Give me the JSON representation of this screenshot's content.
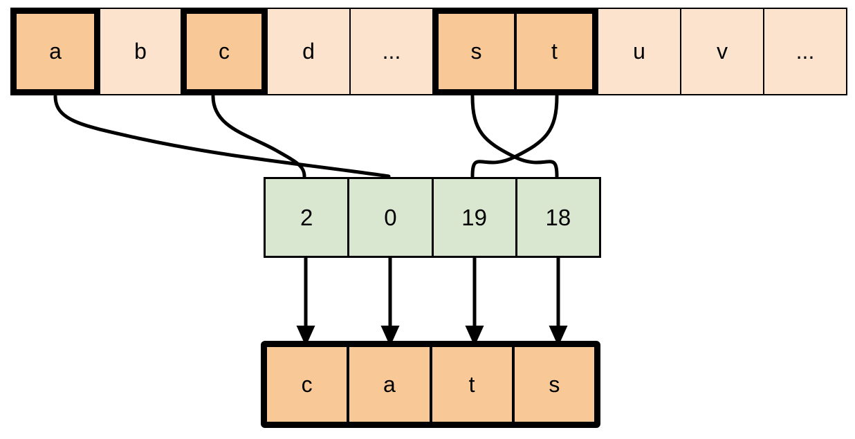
{
  "diagram": {
    "title": "alphabet-index-to-word-mapping",
    "colors": {
      "highlight_fill": "#f8c896",
      "plain_fill": "#fbe3cd",
      "index_fill": "#d9e7d0",
      "stroke": "#000000",
      "background": "#ffffff"
    }
  },
  "alphabet_row": {
    "name": "alphabet-strip",
    "cells": [
      {
        "label": "a",
        "highlighted": true,
        "group": "a"
      },
      {
        "label": "b",
        "highlighted": false,
        "group": null
      },
      {
        "label": "c",
        "highlighted": true,
        "group": "c"
      },
      {
        "label": "d",
        "highlighted": false,
        "group": null
      },
      {
        "label": "...",
        "highlighted": false,
        "group": null
      },
      {
        "label": "s",
        "highlighted": true,
        "group": "st"
      },
      {
        "label": "t",
        "highlighted": true,
        "group": "st"
      },
      {
        "label": "u",
        "highlighted": false,
        "group": null
      },
      {
        "label": "v",
        "highlighted": false,
        "group": null
      },
      {
        "label": "...",
        "highlighted": false,
        "group": null
      }
    ]
  },
  "index_row": {
    "name": "index-array",
    "cells": [
      {
        "value": "2"
      },
      {
        "value": "0"
      },
      {
        "value": "19"
      },
      {
        "value": "18"
      }
    ]
  },
  "output_row": {
    "name": "output-word",
    "word": "cats",
    "cells": [
      {
        "letter": "c"
      },
      {
        "letter": "a"
      },
      {
        "letter": "t"
      },
      {
        "letter": "s"
      }
    ]
  },
  "connections": {
    "letter_to_index": [
      {
        "from_letter": "a",
        "to_index_cell": 1,
        "style": "curve"
      },
      {
        "from_letter": "c",
        "to_index_cell": 0,
        "style": "curve"
      },
      {
        "from_letter": "s",
        "to_index_cell": 3,
        "style": "curve"
      },
      {
        "from_letter": "t",
        "to_index_cell": 2,
        "style": "curve"
      }
    ],
    "index_to_output": [
      {
        "from_index_cell": 0,
        "to_output_cell": 0,
        "style": "arrow"
      },
      {
        "from_index_cell": 1,
        "to_output_cell": 1,
        "style": "arrow"
      },
      {
        "from_index_cell": 2,
        "to_output_cell": 2,
        "style": "arrow"
      },
      {
        "from_index_cell": 3,
        "to_output_cell": 3,
        "style": "arrow"
      }
    ]
  }
}
